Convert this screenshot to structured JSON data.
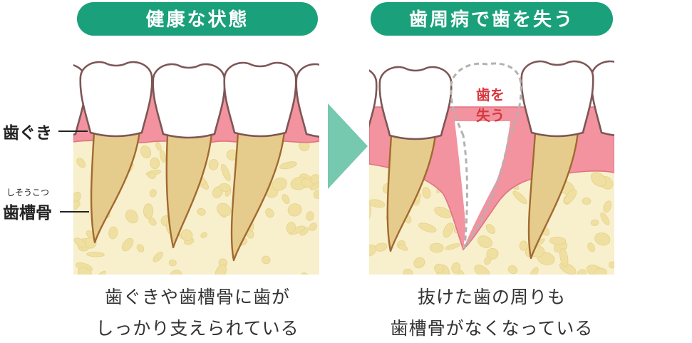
{
  "panels": {
    "healthy": {
      "title": "健康な状態",
      "caption_line1": "歯ぐきや歯槽骨に歯が",
      "caption_line2": "しっかり支えられている"
    },
    "periodontal": {
      "title": "歯周病で歯を失う",
      "caption_line1": "抜けた歯の周りも",
      "caption_line2": "歯槽骨がなくなっている",
      "missing_tooth_label_line1": "歯を",
      "missing_tooth_label_line2": "失う"
    }
  },
  "labels": {
    "gum": "歯ぐき",
    "alveolar_bone_reading": "しそうこつ",
    "alveolar_bone": "歯槽骨"
  },
  "colors": {
    "header_green": "#1aa07a",
    "arrow_green": "#76c8ae",
    "gum_pink": "#f2939f",
    "bone_cream": "#f8efcc",
    "root_tan": "#e6cc8c",
    "lost_label_red": "#d8383f"
  }
}
